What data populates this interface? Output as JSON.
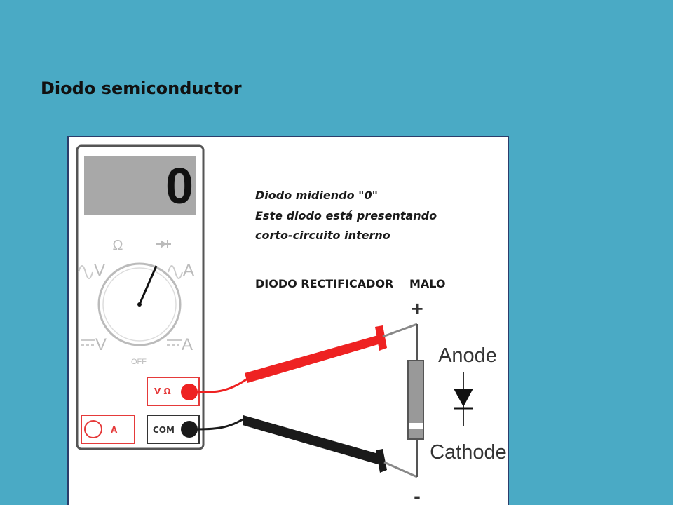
{
  "slide": {
    "title": "Diodo semiconductor"
  },
  "figure": {
    "note_lines": [
      "Diodo midiendo \"0\"",
      "Este diodo está presentando",
      "corto-circuito interno"
    ],
    "heading_left": "DIODO RECTIFICADOR",
    "heading_right": "MALO",
    "display_reading": "0",
    "plus_sign": "+",
    "minus_sign": "-",
    "anode_label": "Anode",
    "cathode_label": "Cathode",
    "dial": {
      "ohm": "Ω",
      "ac_v": "V",
      "ac_a": "A",
      "dc_v": "V",
      "dc_a": "A",
      "off": "OFF"
    },
    "jacks": {
      "vohm": "V Ω",
      "com": "COM",
      "amp": "A"
    },
    "colors": {
      "probe_red": "#ee2222",
      "probe_black": "#1a1a1a",
      "jack_red": "#e53a3a",
      "lead_wire": "#888888"
    }
  }
}
